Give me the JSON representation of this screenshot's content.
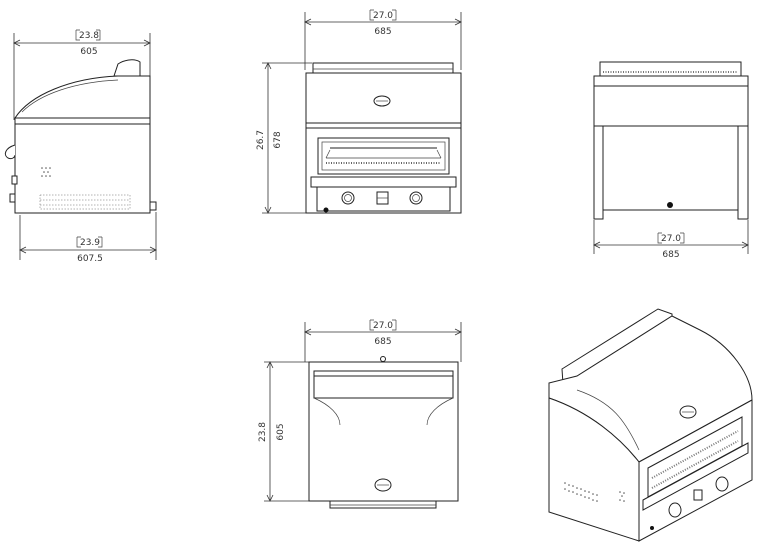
{
  "views": {
    "side": {
      "top_dim_inch": "23.8",
      "top_dim_mm": "605",
      "bottom_dim_inch": "23.9",
      "bottom_dim_mm": "607.5"
    },
    "front": {
      "width_inch": "27.0",
      "width_mm": "685",
      "height_inch": "26.7",
      "height_mm": "678"
    },
    "rear": {
      "width_inch": "27.0",
      "width_mm": "685"
    },
    "top": {
      "width_inch": "27.0",
      "width_mm": "685",
      "depth_inch": "23.8",
      "depth_mm": "605"
    }
  }
}
